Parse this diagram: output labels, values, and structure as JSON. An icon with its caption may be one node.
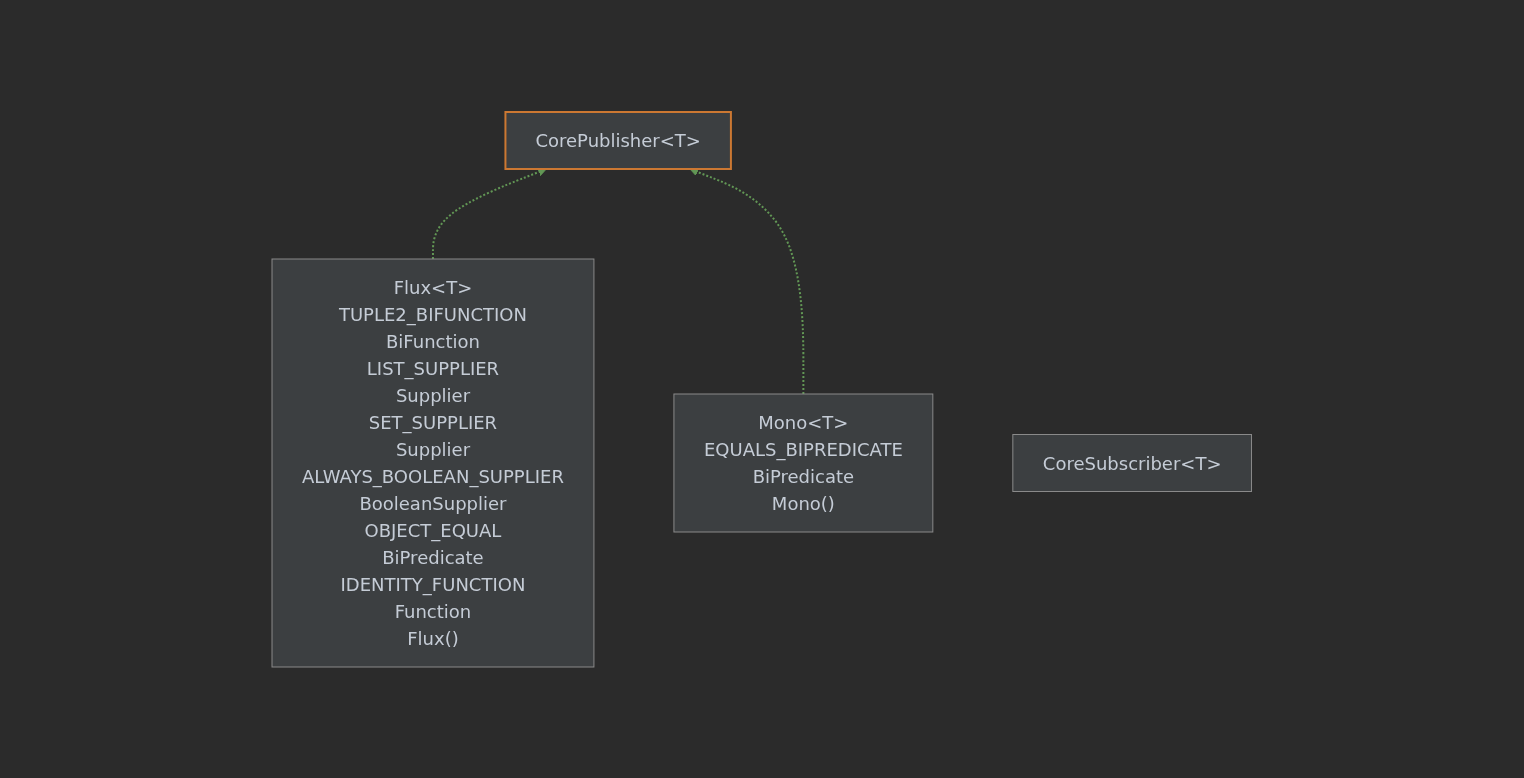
{
  "diagram": {
    "nodes": [
      {
        "text": [
          "CorePublisher<T>"
        ]
      },
      {
        "text": [
          "Flux<T>",
          "TUPLE2_BIFUNCTION",
          "BiFunction",
          "LIST_SUPPLIER",
          "Supplier",
          "SET_SUPPLIER",
          "Supplier",
          "ALWAYS_BOOLEAN_SUPPLIER",
          "BooleanSupplier",
          "OBJECT_EQUAL",
          "BiPredicate",
          "IDENTITY_FUNCTION",
          "Function",
          "Flux()"
        ]
      },
      {
        "text": [
          "Mono<T>",
          "EQUALS_BIPREDICATE",
          "BiPredicate",
          "Mono()"
        ]
      },
      {
        "text": [
          "CoreSubscriber<T>"
        ]
      }
    ],
    "edges": [
      {
        "from": 1,
        "to": 0,
        "arrow": "to",
        "style": "dashed"
      },
      {
        "from": 2,
        "to": 0,
        "arrow": "to",
        "style": "dashed"
      }
    ]
  }
}
